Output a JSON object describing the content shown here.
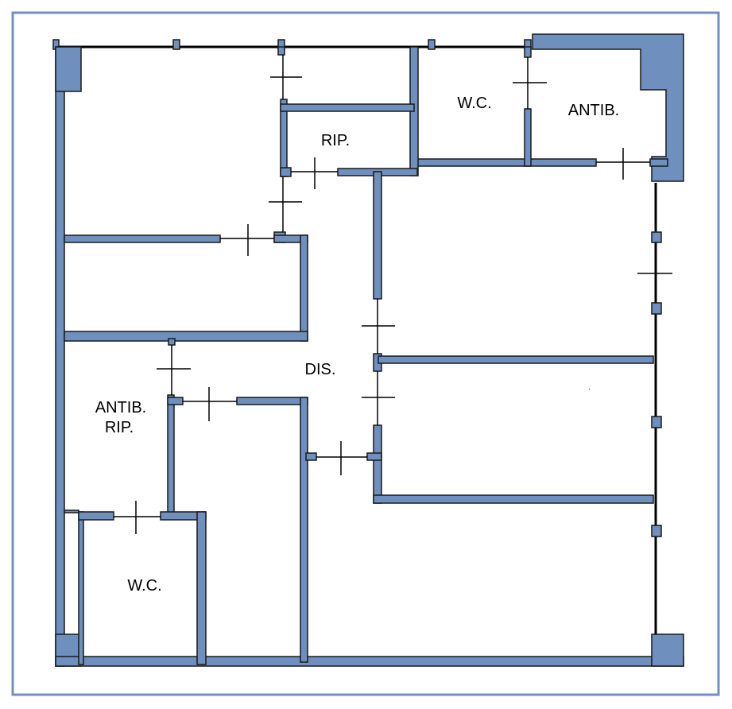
{
  "colors": {
    "wall_fill": "#6f8fbe",
    "wall_stroke": "#1a1a1a",
    "border": "#7391c0",
    "line": "#000000"
  },
  "rooms": {
    "rip": "RIP.",
    "wc_top": "W.C.",
    "antib_top": "ANTIB.",
    "dis": "DIS.",
    "antib_rip_line1": "ANTIB.",
    "antib_rip_line2": "RIP.",
    "wc_bottom": "W.C."
  }
}
